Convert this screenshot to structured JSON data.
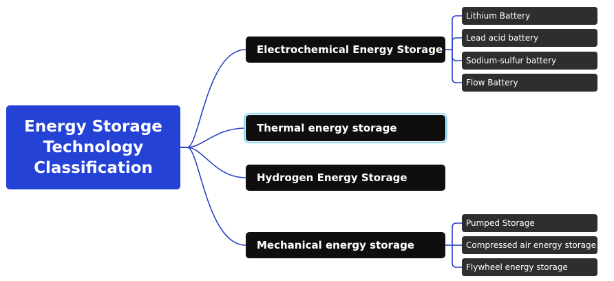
{
  "root": {
    "title": "Energy Storage Technology Classification"
  },
  "branches": [
    {
      "label": "Electrochemical Energy Storage",
      "children": [
        "Lithium Battery",
        "Lead acid battery",
        "Sodium-sulfur battery",
        "Flow Battery"
      ]
    },
    {
      "label": "Thermal energy storage",
      "selected": true,
      "children": []
    },
    {
      "label": "Hydrogen Energy Storage",
      "children": []
    },
    {
      "label": "Mechanical energy storage",
      "children": [
        "Pumped Storage",
        "Compressed air energy storage",
        "Flywheel energy storage"
      ]
    }
  ],
  "colors": {
    "root_fill": "#2442d6",
    "branch_fill": "#0e0e0e",
    "leaf_fill": "#2e2e2e",
    "connector": "#2b3fc4",
    "selection_outline": "#8fd8f2"
  }
}
